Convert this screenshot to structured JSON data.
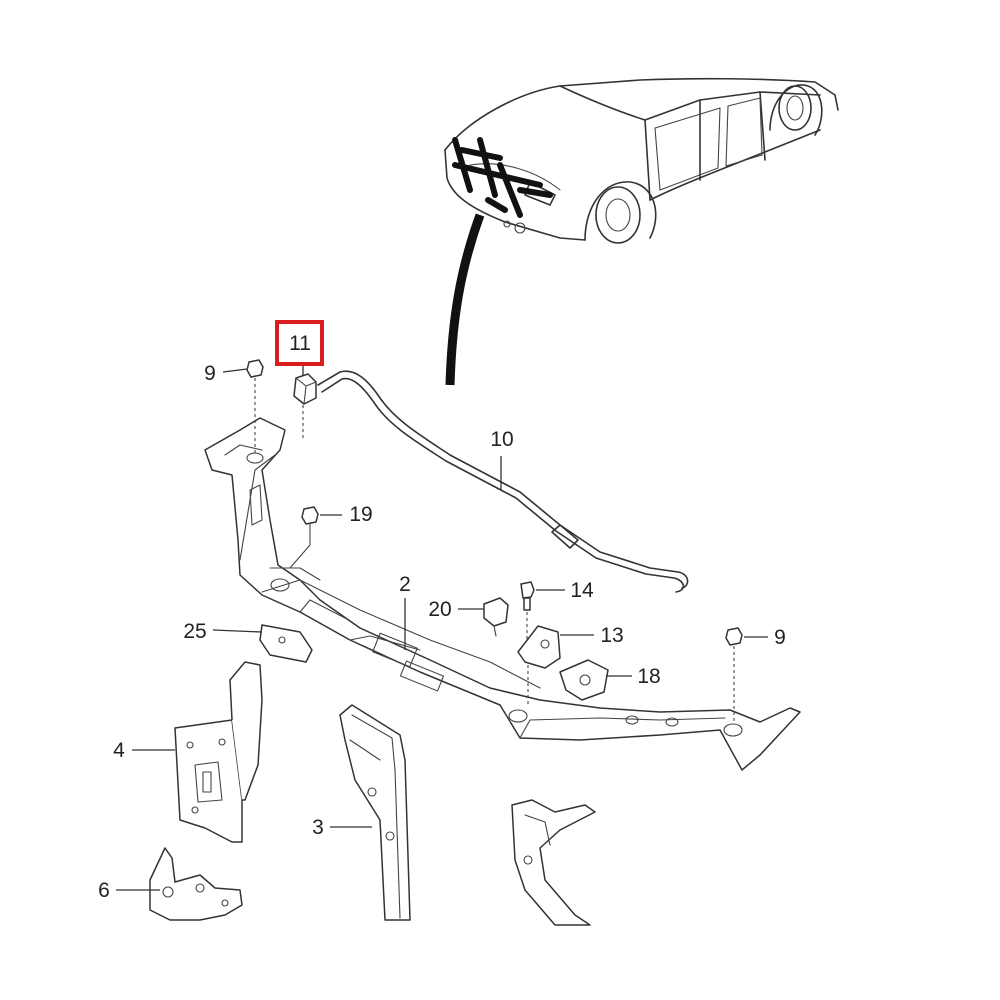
{
  "diagram": {
    "callouts": {
      "p11": "11",
      "p9_left": "9",
      "p9_right": "9",
      "p10": "10",
      "p19": "19",
      "p2": "2",
      "p14": "14",
      "p20": "20",
      "p13": "13",
      "p25": "25",
      "p18": "18",
      "p4": "4",
      "p3": "3",
      "p6": "6"
    },
    "highlighted_part": "11",
    "colors": {
      "highlight": "#d81e1e",
      "linework": "#333333",
      "background": "#ffffff"
    }
  }
}
